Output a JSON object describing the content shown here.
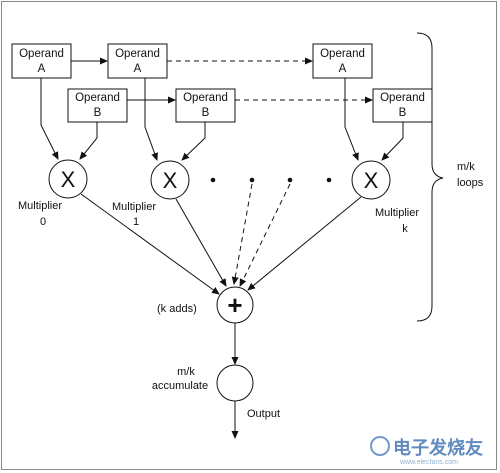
{
  "operands": {
    "a_title": "Operand",
    "a_sub": "A",
    "b_title": "Operand",
    "b_sub": "B"
  },
  "multipliers": {
    "symbol": "X",
    "m0_line1": "Multiplier",
    "m0_line2": "0",
    "m1_line1": "Multiplier",
    "m1_line2": "1",
    "mk_line1": "Multiplier",
    "mk_line2": "k"
  },
  "adder": {
    "symbol": "+",
    "label": "(k adds)"
  },
  "accumulator": {
    "line1": "m/k",
    "line2": "accumulate"
  },
  "output_label": "Output",
  "brace": {
    "line1": "m/k",
    "line2": "loops"
  },
  "watermark": {
    "text": "电子发烧友",
    "url": "www.elecfans.com"
  }
}
